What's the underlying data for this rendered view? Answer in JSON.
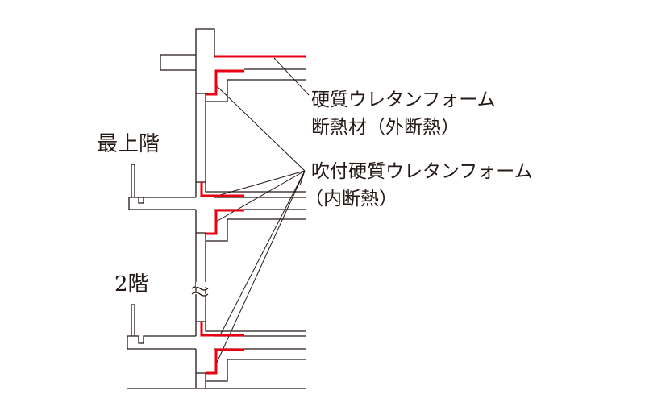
{
  "labels": {
    "top_floor": "最上階",
    "second_floor": "2階",
    "external_insulation_line1": "硬質ウレタンフォーム",
    "external_insulation_line2": "断熱材（外断熱）",
    "internal_insulation_line1": "吹付硬質ウレタンフォーム",
    "internal_insulation_line2": "（内断熱）"
  },
  "colors": {
    "line": "#231815",
    "insulation": "#e60012"
  }
}
